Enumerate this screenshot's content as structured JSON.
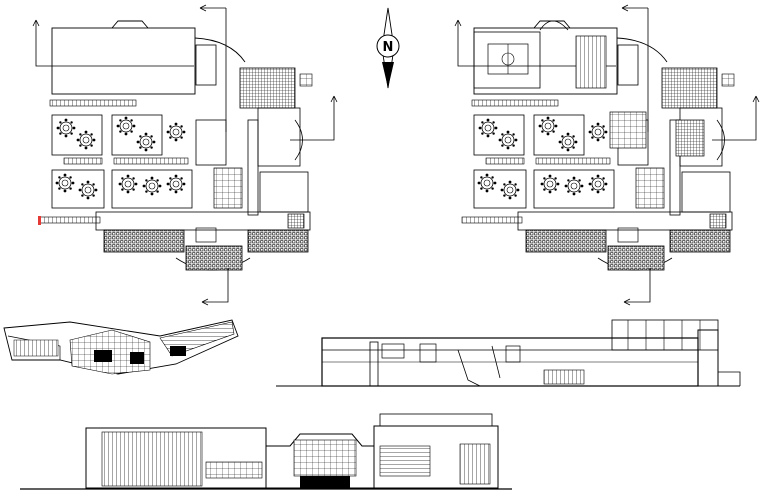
{
  "drawing": {
    "north_arrow_glyph": "N",
    "ink_color": "#000000",
    "accent_color": "#e53935",
    "background_color": "#ffffff",
    "views": [
      "ground-floor-plan",
      "first-floor-plan",
      "aerial-perspective",
      "longitudinal-section",
      "front-elevation"
    ]
  }
}
